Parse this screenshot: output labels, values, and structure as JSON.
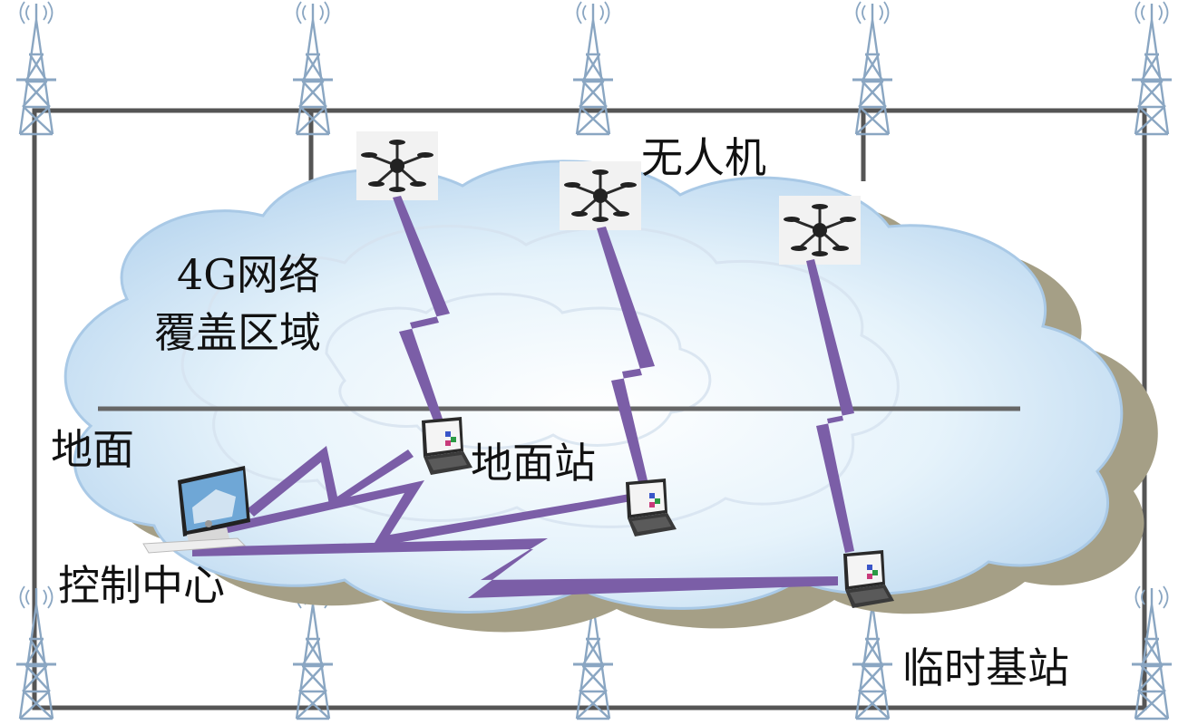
{
  "labels": {
    "network_line1": "4G网络",
    "network_line2": "覆盖区域",
    "uav": "无人机",
    "ground": "地面",
    "ground_station": "地面站",
    "control_center": "控制中心",
    "temp_base_station": "临时基站"
  },
  "colors": {
    "link": "#7b5ea7",
    "frame": "#555555",
    "cloud_fill": "#dbecf8",
    "cloud_shadow": "#a59f86",
    "tower": "#8aa6c2"
  },
  "icons": {
    "tower": "cell-tower-icon",
    "uav": "drone-icon",
    "laptop": "laptop-icon",
    "monitor": "desktop-monitor-icon"
  }
}
